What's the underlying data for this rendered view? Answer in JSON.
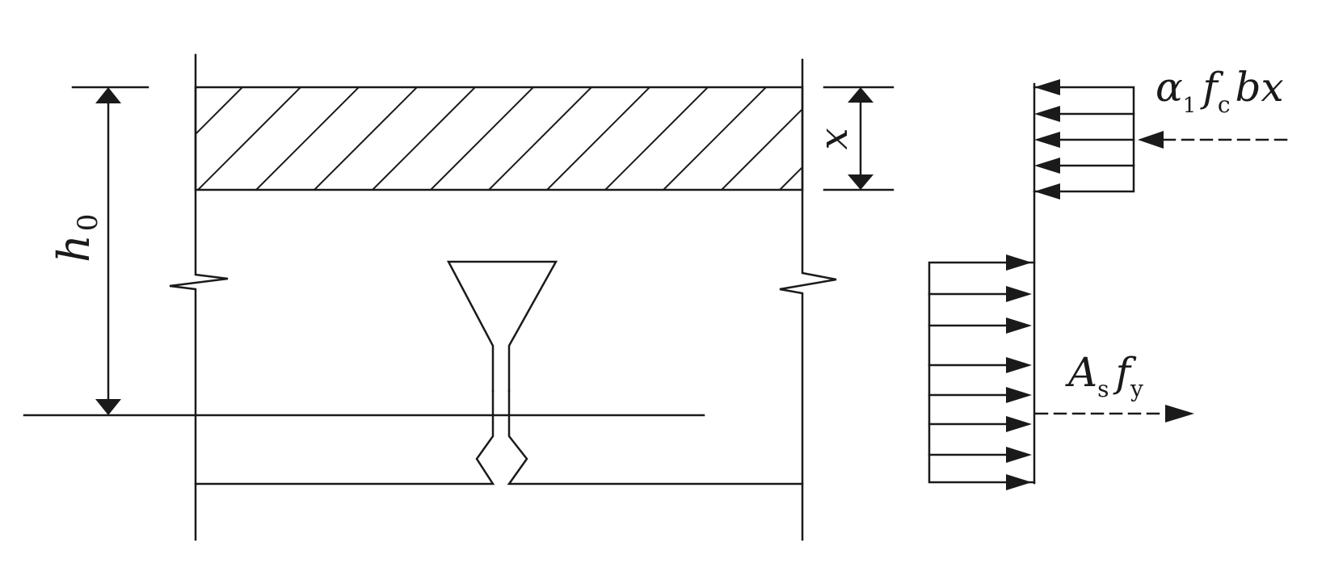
{
  "labels": {
    "h0": {
      "main": "h",
      "sub": "0"
    },
    "x": "x",
    "compression_force": {
      "alpha": "α",
      "alpha_sub": "1",
      "f": "f",
      "f_sub": "c",
      "rest": "bx"
    },
    "tension_force": {
      "A": "A",
      "A_sub": "s",
      "f": "f",
      "f_sub": "y"
    }
  },
  "colors": {
    "ink": "#1a1a1a",
    "background": "#ffffff"
  }
}
